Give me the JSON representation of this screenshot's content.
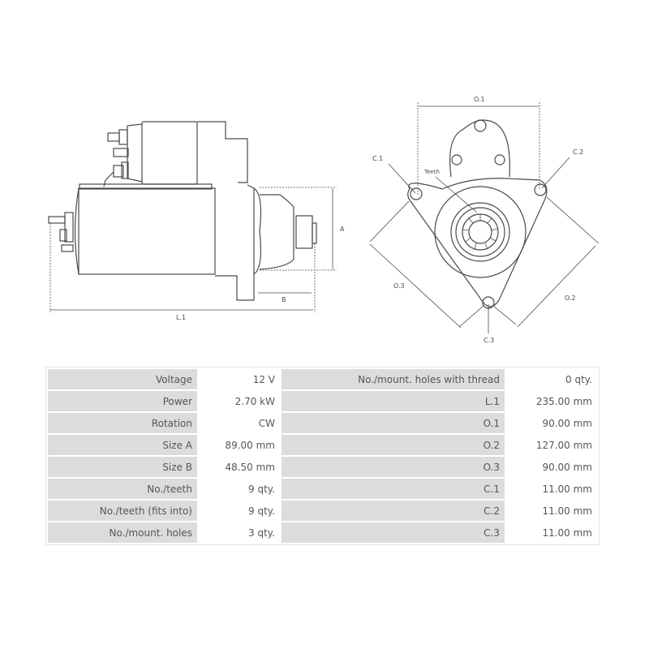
{
  "diagram": {
    "side_view_labels": {
      "A": "A",
      "B": "B",
      "L1": "L.1"
    },
    "front_view_labels": {
      "O1": "O.1",
      "O2": "O.2",
      "O3": "O.3",
      "C1": "C.1",
      "C2": "C.2",
      "C3": "C.3",
      "teeth": "Teeth"
    },
    "line_color": "#4a4a4a"
  },
  "specs": {
    "rows": [
      {
        "label1": "Voltage",
        "value1": "12 V",
        "label2": "No./mount. holes with thread",
        "value2": "0 qty."
      },
      {
        "label1": "Power",
        "value1": "2.70 kW",
        "label2": "L.1",
        "value2": "235.00 mm"
      },
      {
        "label1": "Rotation",
        "value1": "CW",
        "label2": "O.1",
        "value2": "90.00 mm"
      },
      {
        "label1": "Size A",
        "value1": "89.00 mm",
        "label2": "O.2",
        "value2": "127.00 mm"
      },
      {
        "label1": "Size B",
        "value1": "48.50 mm",
        "label2": "O.3",
        "value2": "90.00 mm"
      },
      {
        "label1": "No./teeth",
        "value1": "9 qty.",
        "label2": "C.1",
        "value2": "11.00 mm"
      },
      {
        "label1": "No./teeth (fits into)",
        "value1": "9 qty.",
        "label2": "C.2",
        "value2": "11.00 mm"
      },
      {
        "label1": "No./mount. holes",
        "value1": "3 qty.",
        "label2": "C.3",
        "value2": "11.00 mm"
      }
    ],
    "label_bg": "#dcdcdc",
    "value_bg": "#ffffff"
  }
}
